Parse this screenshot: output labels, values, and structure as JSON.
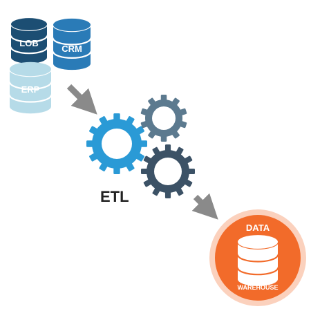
{
  "sources": [
    {
      "label": "LOB",
      "color": "#1c4e73",
      "band": "#ffffff",
      "icon": "database-icon"
    },
    {
      "label": "CRM",
      "color": "#2a7bb7",
      "band": "#ffffff",
      "icon": "database-icon"
    },
    {
      "label": "ERP",
      "color": "#b6dbe8",
      "band": "#ffffff",
      "icon": "database-icon"
    }
  ],
  "etl": {
    "label": "ETL",
    "gear_colors": {
      "large": "#2a9ad6",
      "small_top": "#5c7a8f",
      "bottom": "#3c5266"
    }
  },
  "warehouse": {
    "top_label": "DATA",
    "bottom_label": "WAREHOUSE",
    "outer_color": "#fbd1bd",
    "inner_color": "#f26b2a",
    "icon": "database-icon"
  },
  "arrow_color": "#8a8a8a"
}
